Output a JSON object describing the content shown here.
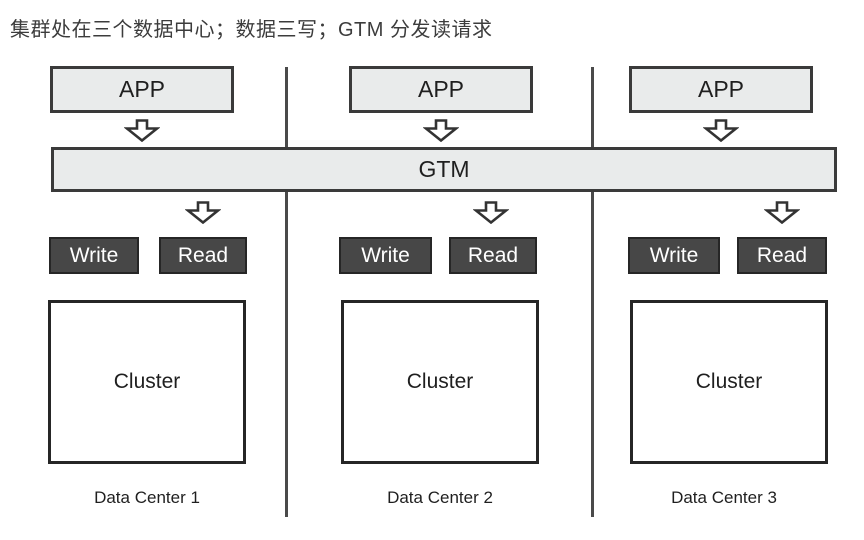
{
  "title": "集群处在三个数据中心；数据三写；GTM 分发读请求",
  "gtm": {
    "label": "GTM"
  },
  "columns": [
    {
      "app_label": "APP",
      "write_label": "Write",
      "read_label": "Read",
      "cluster_label": "Cluster",
      "datacenter_label": "Data Center 1"
    },
    {
      "app_label": "APP",
      "write_label": "Write",
      "read_label": "Read",
      "cluster_label": "Cluster",
      "datacenter_label": "Data Center 2"
    },
    {
      "app_label": "APP",
      "write_label": "Write",
      "read_label": "Read",
      "cluster_label": "Cluster",
      "datacenter_label": "Data Center 3"
    }
  ],
  "icons": {
    "down_arrow": "hollow-down-block-arrow"
  },
  "colors": {
    "box_fill": "#e9ebeb",
    "box_border": "#3a3a3a",
    "badge_fill": "#474747",
    "badge_text": "#ffffff",
    "cluster_fill": "#ffffff",
    "divider": "#4a4a4a",
    "text": "#1f1f1f",
    "title_text": "#3c3c3c"
  }
}
